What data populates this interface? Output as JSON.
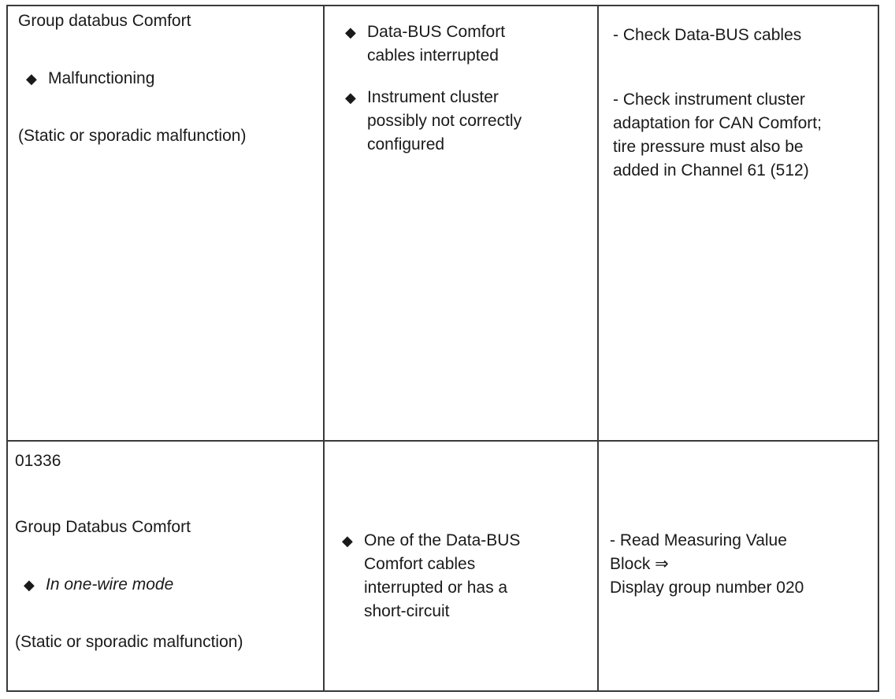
{
  "rows": [
    {
      "condition": {
        "code": "",
        "group": "Group databus Comfort",
        "state": "Malfunctioning",
        "note": "(Static or sporadic malfunction)"
      },
      "causes": [
        "Data-BUS Comfort\ncables interrupted",
        "Instrument cluster\npossibly not correctly\nconfigured"
      ],
      "remedies": [
        "- Check Data-BUS cables",
        "- Check instrument cluster\nadaptation for CAN Comfort;\ntire pressure must also be\nadded in Channel 61 (512)"
      ]
    },
    {
      "condition": {
        "code": "01336",
        "group": "Group Databus Comfort",
        "state": "In one-wire mode",
        "note": "(Static or sporadic malfunction)"
      },
      "causes": [
        "One of the Data-BUS\nComfort cables\ninterrupted or has a\nshort-circuit"
      ],
      "remedies": [
        "- Read Measuring Value\nBlock ⇒\nDisplay group number 020"
      ]
    }
  ],
  "icons": {
    "bullet": "diamond-bullet-icon",
    "arrow": "double-arrow-right-icon"
  }
}
